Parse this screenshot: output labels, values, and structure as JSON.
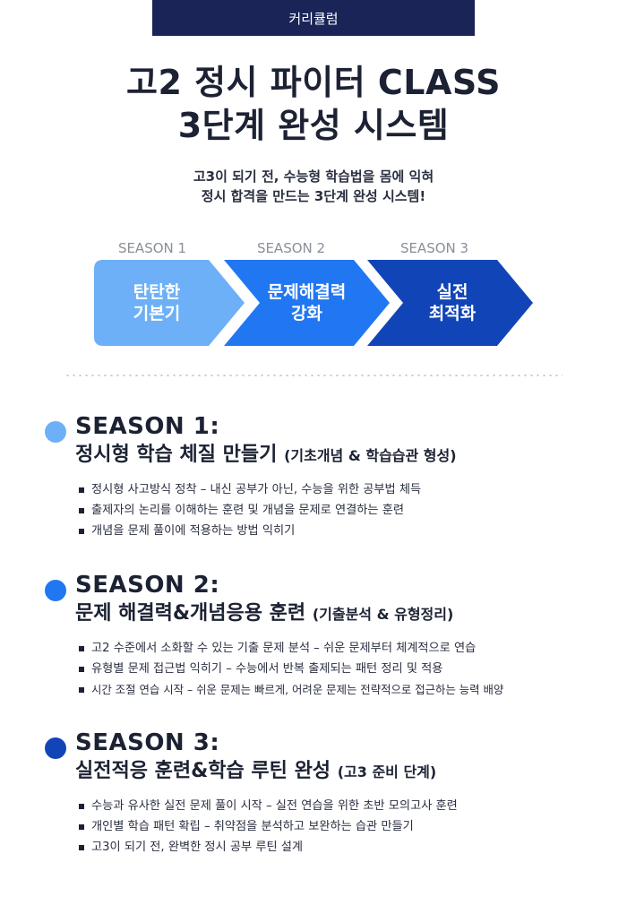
{
  "badge": "커리큘럼",
  "title": {
    "line1": "고2 정시 파이터 CLASS",
    "line2": "3단계 완성 시스템"
  },
  "subtitle": {
    "line1": "고3이 되기 전, 수능형 학습법을 몸에 익혀",
    "line2": "정시 합격을 만드는 3단계 완성 시스템!"
  },
  "flow": [
    {
      "season": "SEASON 1",
      "line1": "탄탄한",
      "line2": "기본기",
      "color": "#6db0f7"
    },
    {
      "season": "SEASON 2",
      "line1": "문제해결력",
      "line2": "강화",
      "color": "#2177f2"
    },
    {
      "season": "SEASON 3",
      "line1": "실전",
      "line2": "최적화",
      "color": "#1145b7"
    }
  ],
  "sections": [
    {
      "label": "SEASON 1:",
      "title": "정시형 학습 체질 만들기",
      "sub": "(기초개념 & 학습습관 형성)",
      "dot_color": "#6db0f7",
      "bullets": [
        "정시형 사고방식 정착 – 내신 공부가 아닌, 수능을 위한 공부법 체득",
        "출제자의 논리를 이해하는 훈련 및 개념을 문제로 연결하는 훈련",
        "개념을 문제 풀이에 적용하는 방법 익히기"
      ]
    },
    {
      "label": "SEASON 2:",
      "title": "문제 해결력&개념응용 훈련",
      "sub": "(기출분석 & 유형정리)",
      "dot_color": "#2177f2",
      "bullets": [
        "고2 수준에서 소화할 수 있는 기출 문제 분석 – 쉬운 문제부터 체계적으로 연습",
        "유형별 문제 접근법 익히기 – 수능에서 반복 출제되는 패턴 정리 및 적용",
        "시간 조절 연습 시작 – 쉬운 문제는 빠르게, 어려운 문제는 전략적으로 접근하는 능력 배양"
      ]
    },
    {
      "label": "SEASON 3:",
      "title": "실전적응 훈련&학습 루틴 완성",
      "sub": "(고3 준비 단계)",
      "dot_color": "#1145b7",
      "bullets": [
        "수능과 유사한 실전 문제 풀이 시작 – 실전 연습을 위한 초반 모의고사 훈련",
        "개인별 학습 패턴 확립 – 취약점을 분석하고 보완하는 습관 만들기",
        "고3이 되기 전, 완벽한 정시 공부 루틴 설계"
      ]
    }
  ]
}
